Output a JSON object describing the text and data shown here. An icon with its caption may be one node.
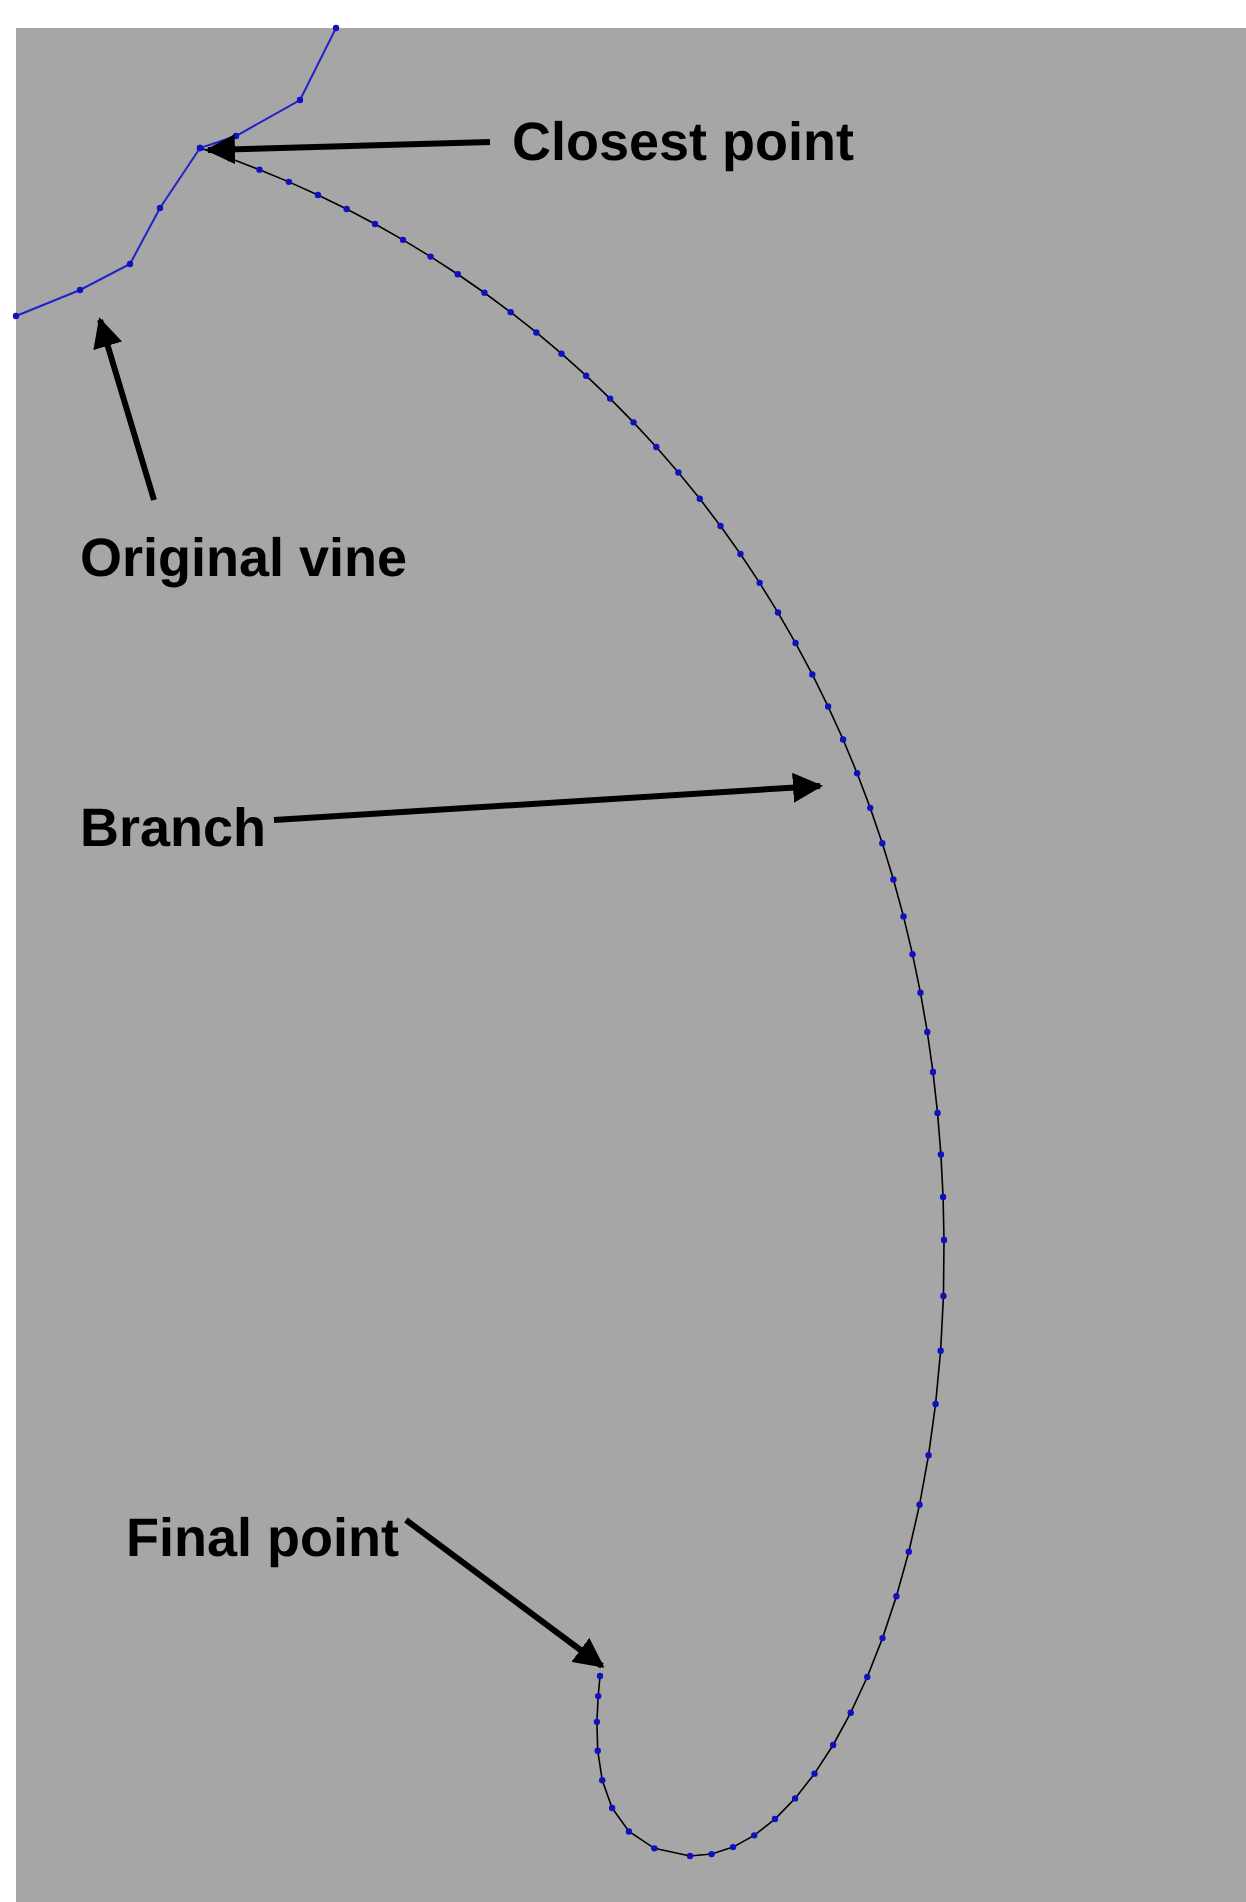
{
  "diagram": {
    "nodes": [
      {
        "text": [
          "Closest point"
        ]
      },
      {
        "text": [
          "Original vine"
        ]
      },
      {
        "text": [
          "Branch"
        ]
      },
      {
        "text": [
          "Final point"
        ]
      },
      {
        "text": [],
        "shape": "curve"
      },
      {
        "text": [],
        "shape": "curve"
      }
    ],
    "edges": [
      {
        "from": 0,
        "to": 5,
        "arrow": "to"
      },
      {
        "from": 1,
        "to": 4,
        "arrow": "to"
      },
      {
        "from": 2,
        "to": 5,
        "arrow": "to"
      },
      {
        "from": 3,
        "to": 5,
        "arrow": "to"
      }
    ]
  }
}
